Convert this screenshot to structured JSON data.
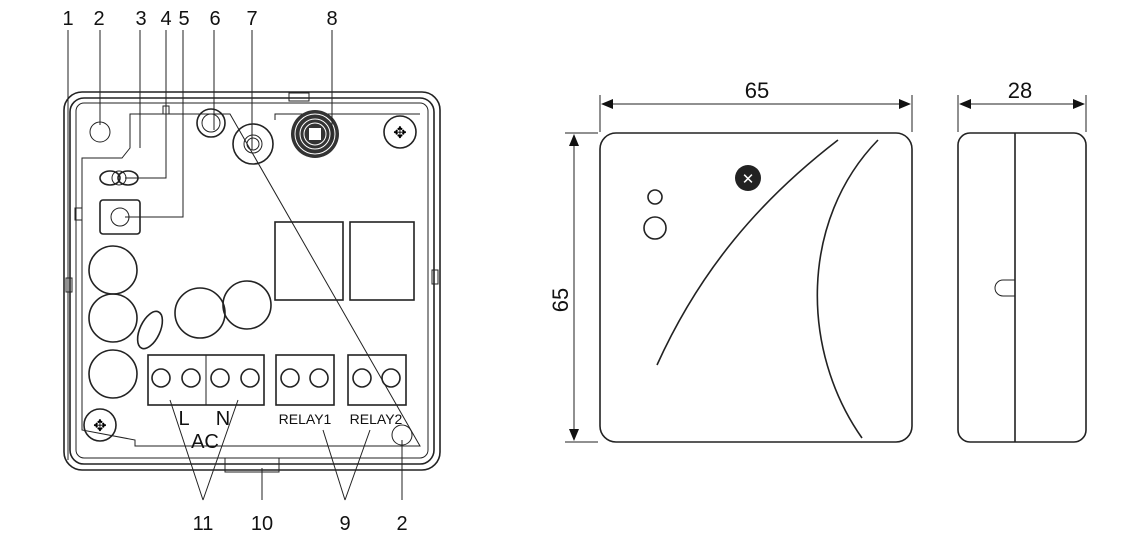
{
  "callouts_top": [
    "1",
    "2",
    "3",
    "4",
    "5",
    "6",
    "7",
    "8"
  ],
  "callouts_bottom": [
    "11",
    "10",
    "9",
    "2"
  ],
  "terminal_labels": {
    "l": "L",
    "n": "N",
    "ac": "AC",
    "relay1": "RELAY1",
    "relay2": "RELAY2"
  },
  "dimensions": {
    "front_width": "65",
    "front_height": "65",
    "side_depth": "28"
  }
}
